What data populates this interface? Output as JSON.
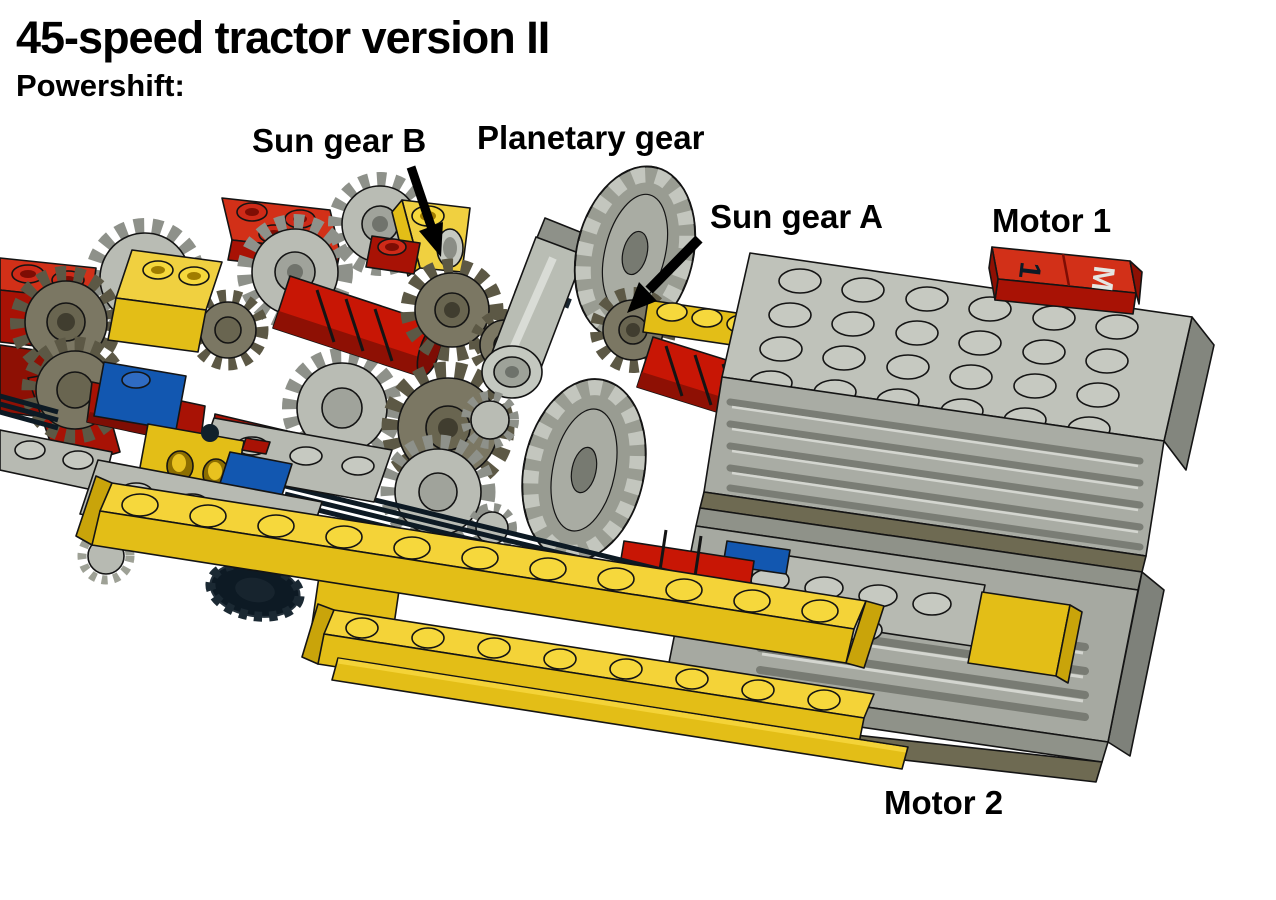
{
  "title": "45-speed tractor version II",
  "subtitle": "Powershift:",
  "annotations": {
    "sun_gear_b": {
      "label": "Sun gear B"
    },
    "planetary_gear": {
      "label": "Planetary gear"
    },
    "sun_gear_a": {
      "label": "Sun gear A"
    },
    "motor_1": {
      "label": "Motor 1"
    },
    "motor_2": {
      "label": "Motor 2"
    }
  },
  "motor_label_brick": {
    "digit": "1",
    "letter": "M"
  },
  "colors": {
    "lego_red_top": "#D23018",
    "lego_red_mid": "#A81205",
    "lego_red_dark": "#7E0D04",
    "lego_yellow_top": "#F4D338",
    "lego_yellow_face": "#E3BE17",
    "lego_yellow_dark": "#C9A40A",
    "lego_gray_light": "#C2C5BD",
    "lego_gray_mid": "#A9ACA4",
    "lego_gray_dark": "#83867E",
    "lego_olive": "#7B7763",
    "lego_olive_dark": "#5C5845",
    "lego_blue": "#1257B0",
    "lego_black_part": "#0D1A24",
    "annotation_color": "#000000",
    "background": "#FFFFFF"
  }
}
